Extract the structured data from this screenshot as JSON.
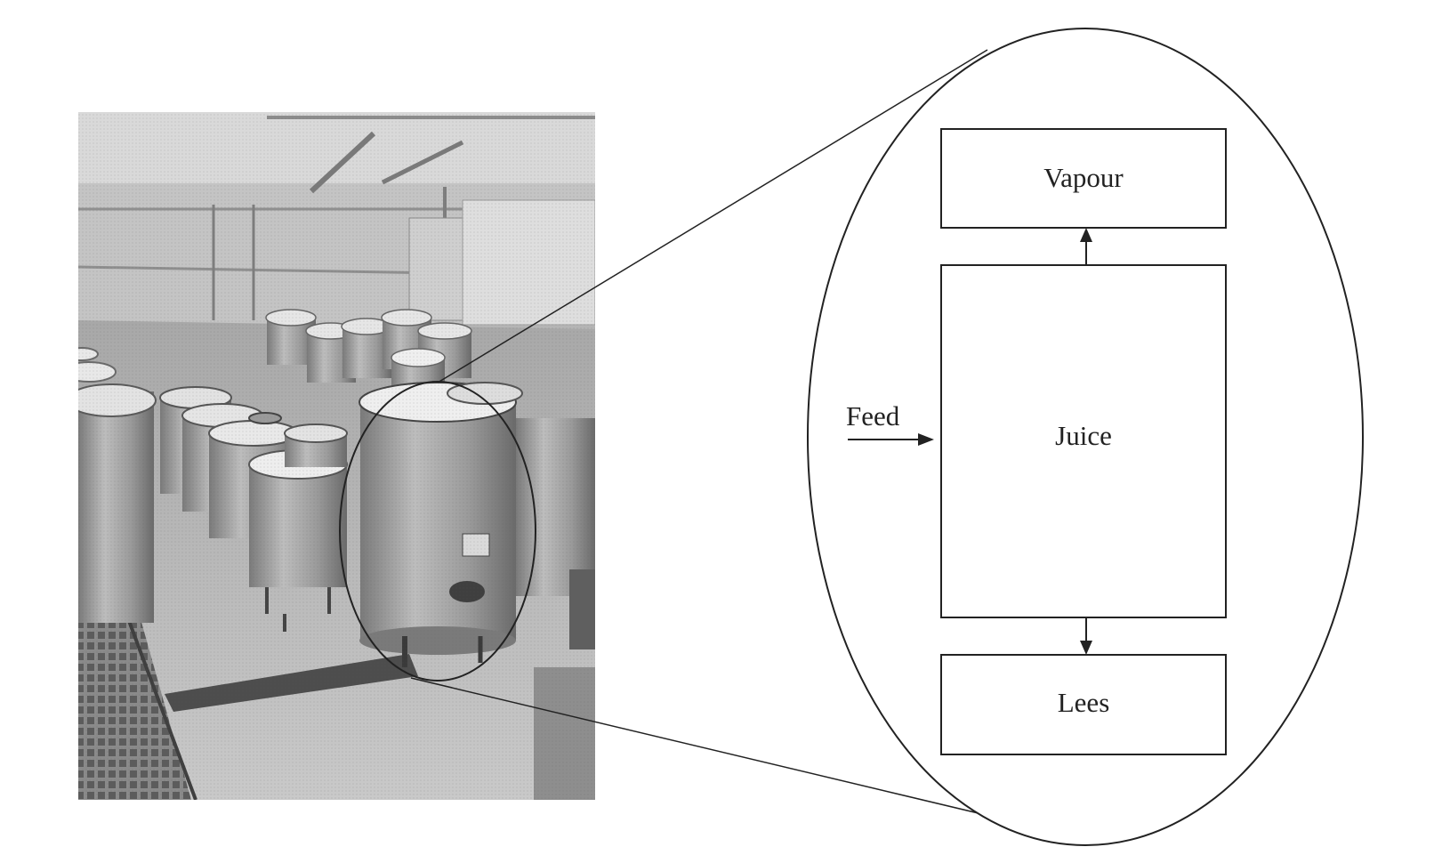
{
  "diagram": {
    "feed_label": "Feed",
    "vapour_label": "Vapour",
    "juice_label": "Juice",
    "lees_label": "Lees"
  },
  "colors": {
    "line": "#222222",
    "photo_light": "#d8d8d8",
    "photo_mid": "#a9a9a9",
    "photo_dark": "#6f6f6f",
    "background": "#ffffff"
  }
}
